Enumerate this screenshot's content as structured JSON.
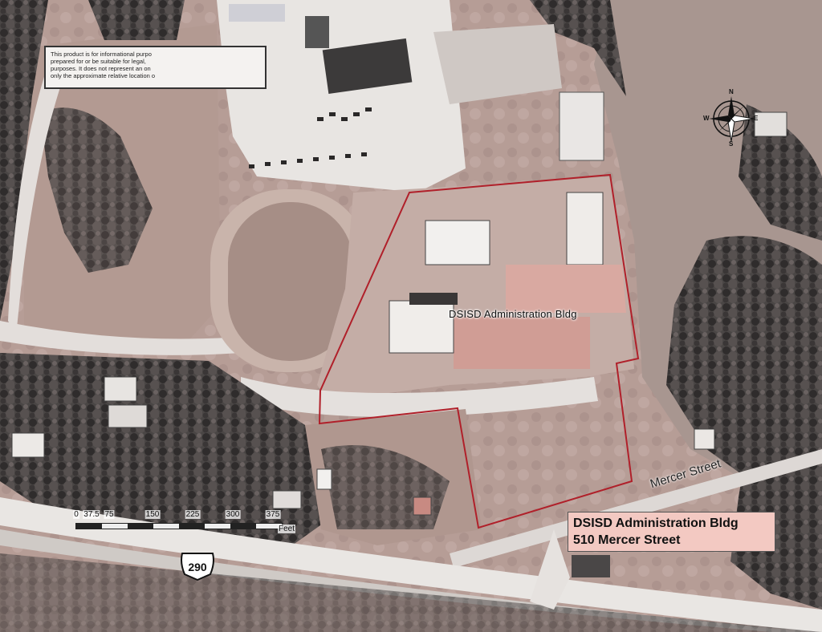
{
  "map": {
    "disclaimer_text": "This product is for informational purpo\nprepared for or be suitable for legal,\npurposes. It does not represent an on\nonly the approximate relative location o",
    "building_label": "DSISD Administration Bldg",
    "street_label": "Mercer Street",
    "address_box": {
      "line1": "DSISD Administration Bldg",
      "line2": "510 Mercer Street"
    },
    "highway_shield": "290",
    "scale_bar": {
      "ticks": [
        "0",
        "37.5",
        "75",
        "150",
        "225",
        "300",
        "375"
      ],
      "unit": "Feet"
    },
    "compass_letters": {
      "n": "N",
      "s": "S",
      "e": "E",
      "w": "W"
    },
    "colors": {
      "boundary": "#b0202a",
      "address_box_bg": "#f3c9c2",
      "grass": "#b49c94",
      "trees": "#3f3f3f",
      "pavement": "#e6e3e0"
    }
  }
}
